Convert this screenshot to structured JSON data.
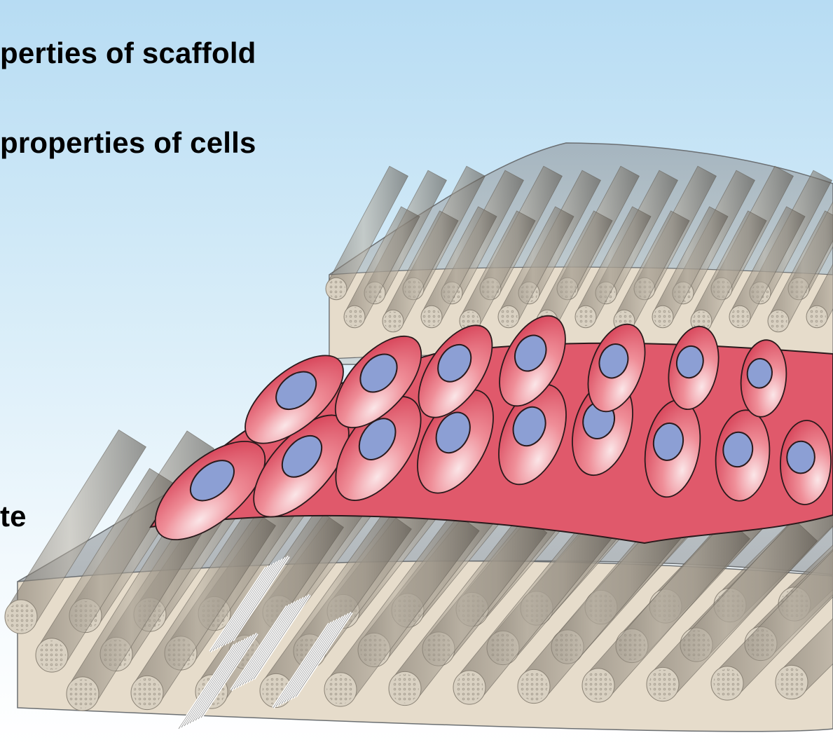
{
  "labels": {
    "line1": "perties of scaffold",
    "line2": "properties of cells",
    "line3": "te"
  },
  "colors": {
    "background_top": "#b7dcf3",
    "background_bottom": "#ffffff",
    "scaffold_surface": "#e6dccb",
    "fiber": "#8f8678",
    "cell_body": "#e0596b",
    "cell_highlight": "#fbe6e8",
    "nucleus": "#8c9fd4"
  }
}
